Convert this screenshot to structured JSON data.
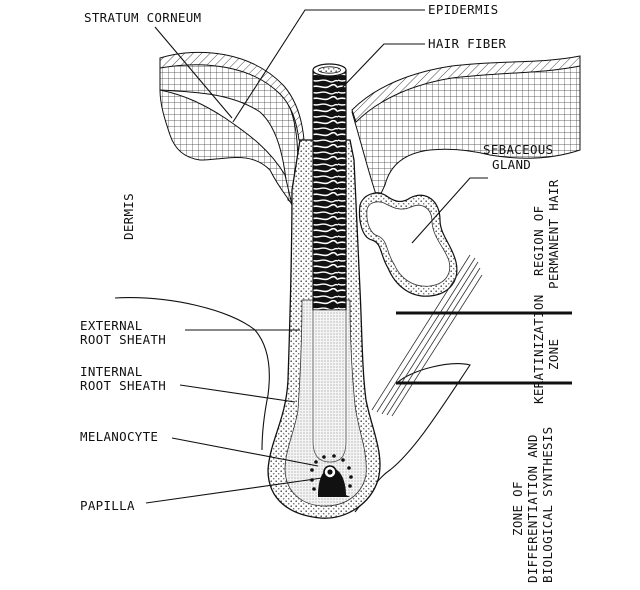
{
  "labels": {
    "stratum_corneum": "STRATUM CORNEUM",
    "epidermis": "EPIDERMIS",
    "hair_fiber": "HAIR FIBER",
    "sebaceous_line1": "SEBACEOUS",
    "sebaceous_line2": "GLAND",
    "dermis": "DERMIS",
    "external_line1": "EXTERNAL",
    "external_line2": "ROOT SHEATH",
    "internal_line1": "INTERNAL",
    "internal_line2": "ROOT SHEATH",
    "melanocyte": "MELANOCYTE",
    "papilla": "PAPILLA",
    "region_line1": "REGION OF",
    "region_line2": "PERMANENT HAIR",
    "kerat_line1": "KERATINIZATION",
    "kerat_line2": "ZONE",
    "zone_line1": "ZONE OF",
    "zone_line2": "DIFFERENTIATION AND",
    "zone_line3": "BIOLOGICAL SYNTHESIS"
  }
}
